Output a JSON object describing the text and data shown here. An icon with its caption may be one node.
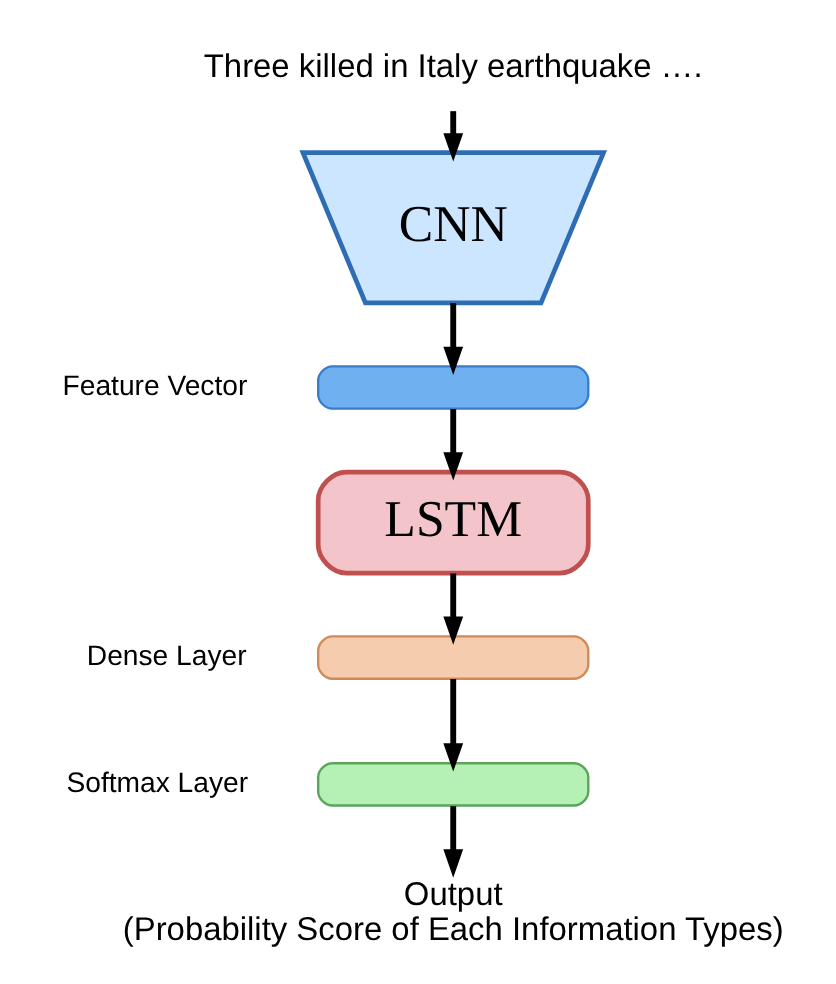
{
  "diagram": {
    "nodes": [
      {
        "text": [
          "Three killed in Italy earthquake …."
        ]
      },
      {
        "text": [
          "CNN"
        ]
      },
      {
        "text": [],
        "shape": "bar",
        "beside": [
          "Feature Vector"
        ]
      },
      {
        "text": [
          "LSTM"
        ]
      },
      {
        "text": [],
        "shape": "bar",
        "beside": [
          "Dense Layer"
        ]
      },
      {
        "text": [],
        "shape": "bar",
        "beside": [
          "Softmax Layer"
        ]
      },
      {
        "text": [
          "Output",
          "(Probability Score of Each Information Types)"
        ]
      }
    ],
    "edges": [
      {
        "from": 0,
        "to": 1,
        "arrow": "to"
      },
      {
        "from": 1,
        "to": 2,
        "arrow": "to"
      },
      {
        "from": 2,
        "to": 3,
        "arrow": "to"
      },
      {
        "from": 3,
        "to": 4,
        "arrow": "to"
      },
      {
        "from": 4,
        "to": 5,
        "arrow": "to"
      },
      {
        "from": 5,
        "to": 6,
        "arrow": "to"
      }
    ]
  }
}
